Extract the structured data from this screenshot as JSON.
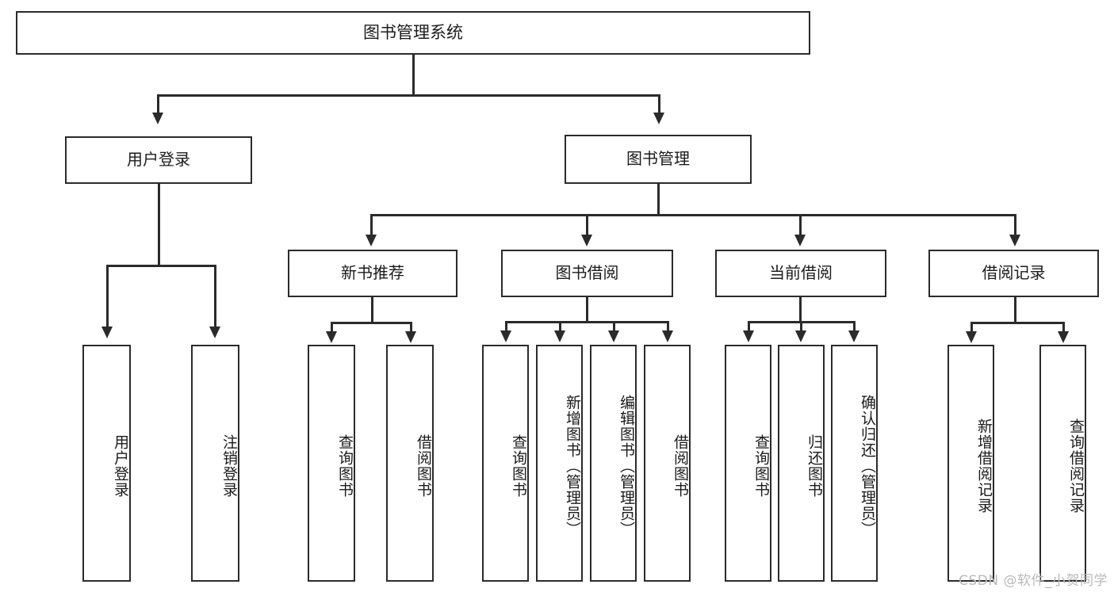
{
  "diagram": {
    "title": "图书管理系统",
    "type": "tree-hierarchy-chart",
    "root": {
      "label": "图书管理系统"
    },
    "level2": [
      {
        "label": "用户登录"
      },
      {
        "label": "图书管理"
      }
    ],
    "level3": [
      {
        "label": "新书推荐"
      },
      {
        "label": "图书借阅"
      },
      {
        "label": "当前借阅"
      },
      {
        "label": "借阅记录"
      }
    ],
    "leaves": {
      "user_login": [
        {
          "label": "用户登录"
        },
        {
          "label": "注销登录"
        }
      ],
      "new_book_recommend": [
        {
          "label": "查询图书"
        },
        {
          "label": "借阅图书"
        }
      ],
      "book_borrow": [
        {
          "label": "查询图书"
        },
        {
          "label": "新增图书（管理员）"
        },
        {
          "label": "编辑图书（管理员）"
        },
        {
          "label": "借阅图书"
        }
      ],
      "current_borrow": [
        {
          "label": "查询图书"
        },
        {
          "label": "归还图书"
        },
        {
          "label": "确认归还（管理员）"
        }
      ],
      "borrow_record": [
        {
          "label": "新增借阅记录"
        },
        {
          "label": "查询借阅记录"
        }
      ]
    }
  },
  "watermark": {
    "text": "CSDN @软件_小贺同学"
  },
  "colors": {
    "stroke": "#2b2b2b",
    "fill": "#ffffff",
    "text": "#1b1b1b",
    "watermark": "#b9b9b9"
  }
}
